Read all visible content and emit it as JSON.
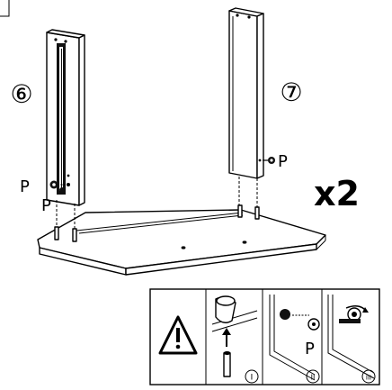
{
  "callouts": {
    "panel_left": "⑥",
    "panel_right": "⑦",
    "quantity": "x2"
  },
  "hardware": {
    "p_left_upper": "P",
    "p_left_lower": "P",
    "p_right": "P",
    "p_detail": "P"
  },
  "detail_steps": [
    "I",
    "II",
    "III"
  ],
  "icons": [
    "warning-icon"
  ]
}
